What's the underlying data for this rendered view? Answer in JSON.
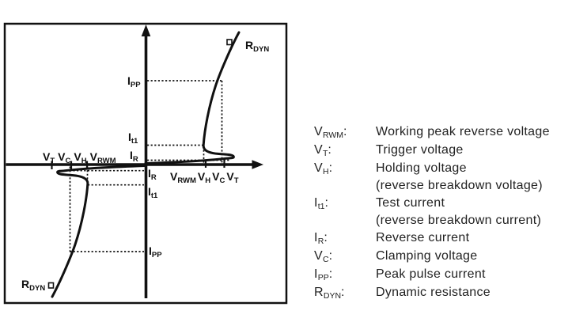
{
  "diagram": {
    "colors": {
      "ink": "#111111",
      "background": "#ffffff"
    },
    "labels": {
      "ipp_top": {
        "main": "I",
        "sub": "PP"
      },
      "it1_top": {
        "main": "I",
        "sub": "t1"
      },
      "ir_top": {
        "main": "I",
        "sub": "R"
      },
      "ir_bottom": {
        "main": "I",
        "sub": "R"
      },
      "it1_bottom": {
        "main": "I",
        "sub": "t1"
      },
      "ipp_bottom": {
        "main": "I",
        "sub": "PP"
      },
      "rdyn_top": {
        "main": "R",
        "sub": "DYN"
      },
      "rdyn_bottom": {
        "main": "R",
        "sub": "DYN"
      },
      "x_left": [
        {
          "main": "V",
          "sub": "T"
        },
        {
          "main": "V",
          "sub": "C"
        },
        {
          "main": "V",
          "sub": "H"
        },
        {
          "main": "V",
          "sub": "RWM"
        }
      ],
      "x_right": [
        {
          "main": "V",
          "sub": "RWM"
        },
        {
          "main": "V",
          "sub": "H"
        },
        {
          "main": "V",
          "sub": "C"
        },
        {
          "main": "V",
          "sub": "T"
        }
      ]
    }
  },
  "legend": {
    "colon": ":",
    "items": [
      {
        "symbol": {
          "main": "V",
          "sub": "RWM"
        },
        "description": "Working peak reverse voltage"
      },
      {
        "symbol": {
          "main": "V",
          "sub": "T"
        },
        "description": "Trigger voltage"
      },
      {
        "symbol": {
          "main": "V",
          "sub": "H"
        },
        "description": "Holding voltage",
        "description2": "(reverse breakdown voltage)"
      },
      {
        "symbol": {
          "main": "I",
          "sub": "t1"
        },
        "description": "Test current",
        "description2": "(reverse breakdown current)"
      },
      {
        "symbol": {
          "main": "I",
          "sub": "R"
        },
        "description": "Reverse current"
      },
      {
        "symbol": {
          "main": "V",
          "sub": "C"
        },
        "description": "Clamping voltage"
      },
      {
        "symbol": {
          "main": "I",
          "sub": "PP"
        },
        "description": "Peak pulse current"
      },
      {
        "symbol": {
          "main": "R",
          "sub": "DYN"
        },
        "description": "Dynamic resistance"
      }
    ]
  }
}
